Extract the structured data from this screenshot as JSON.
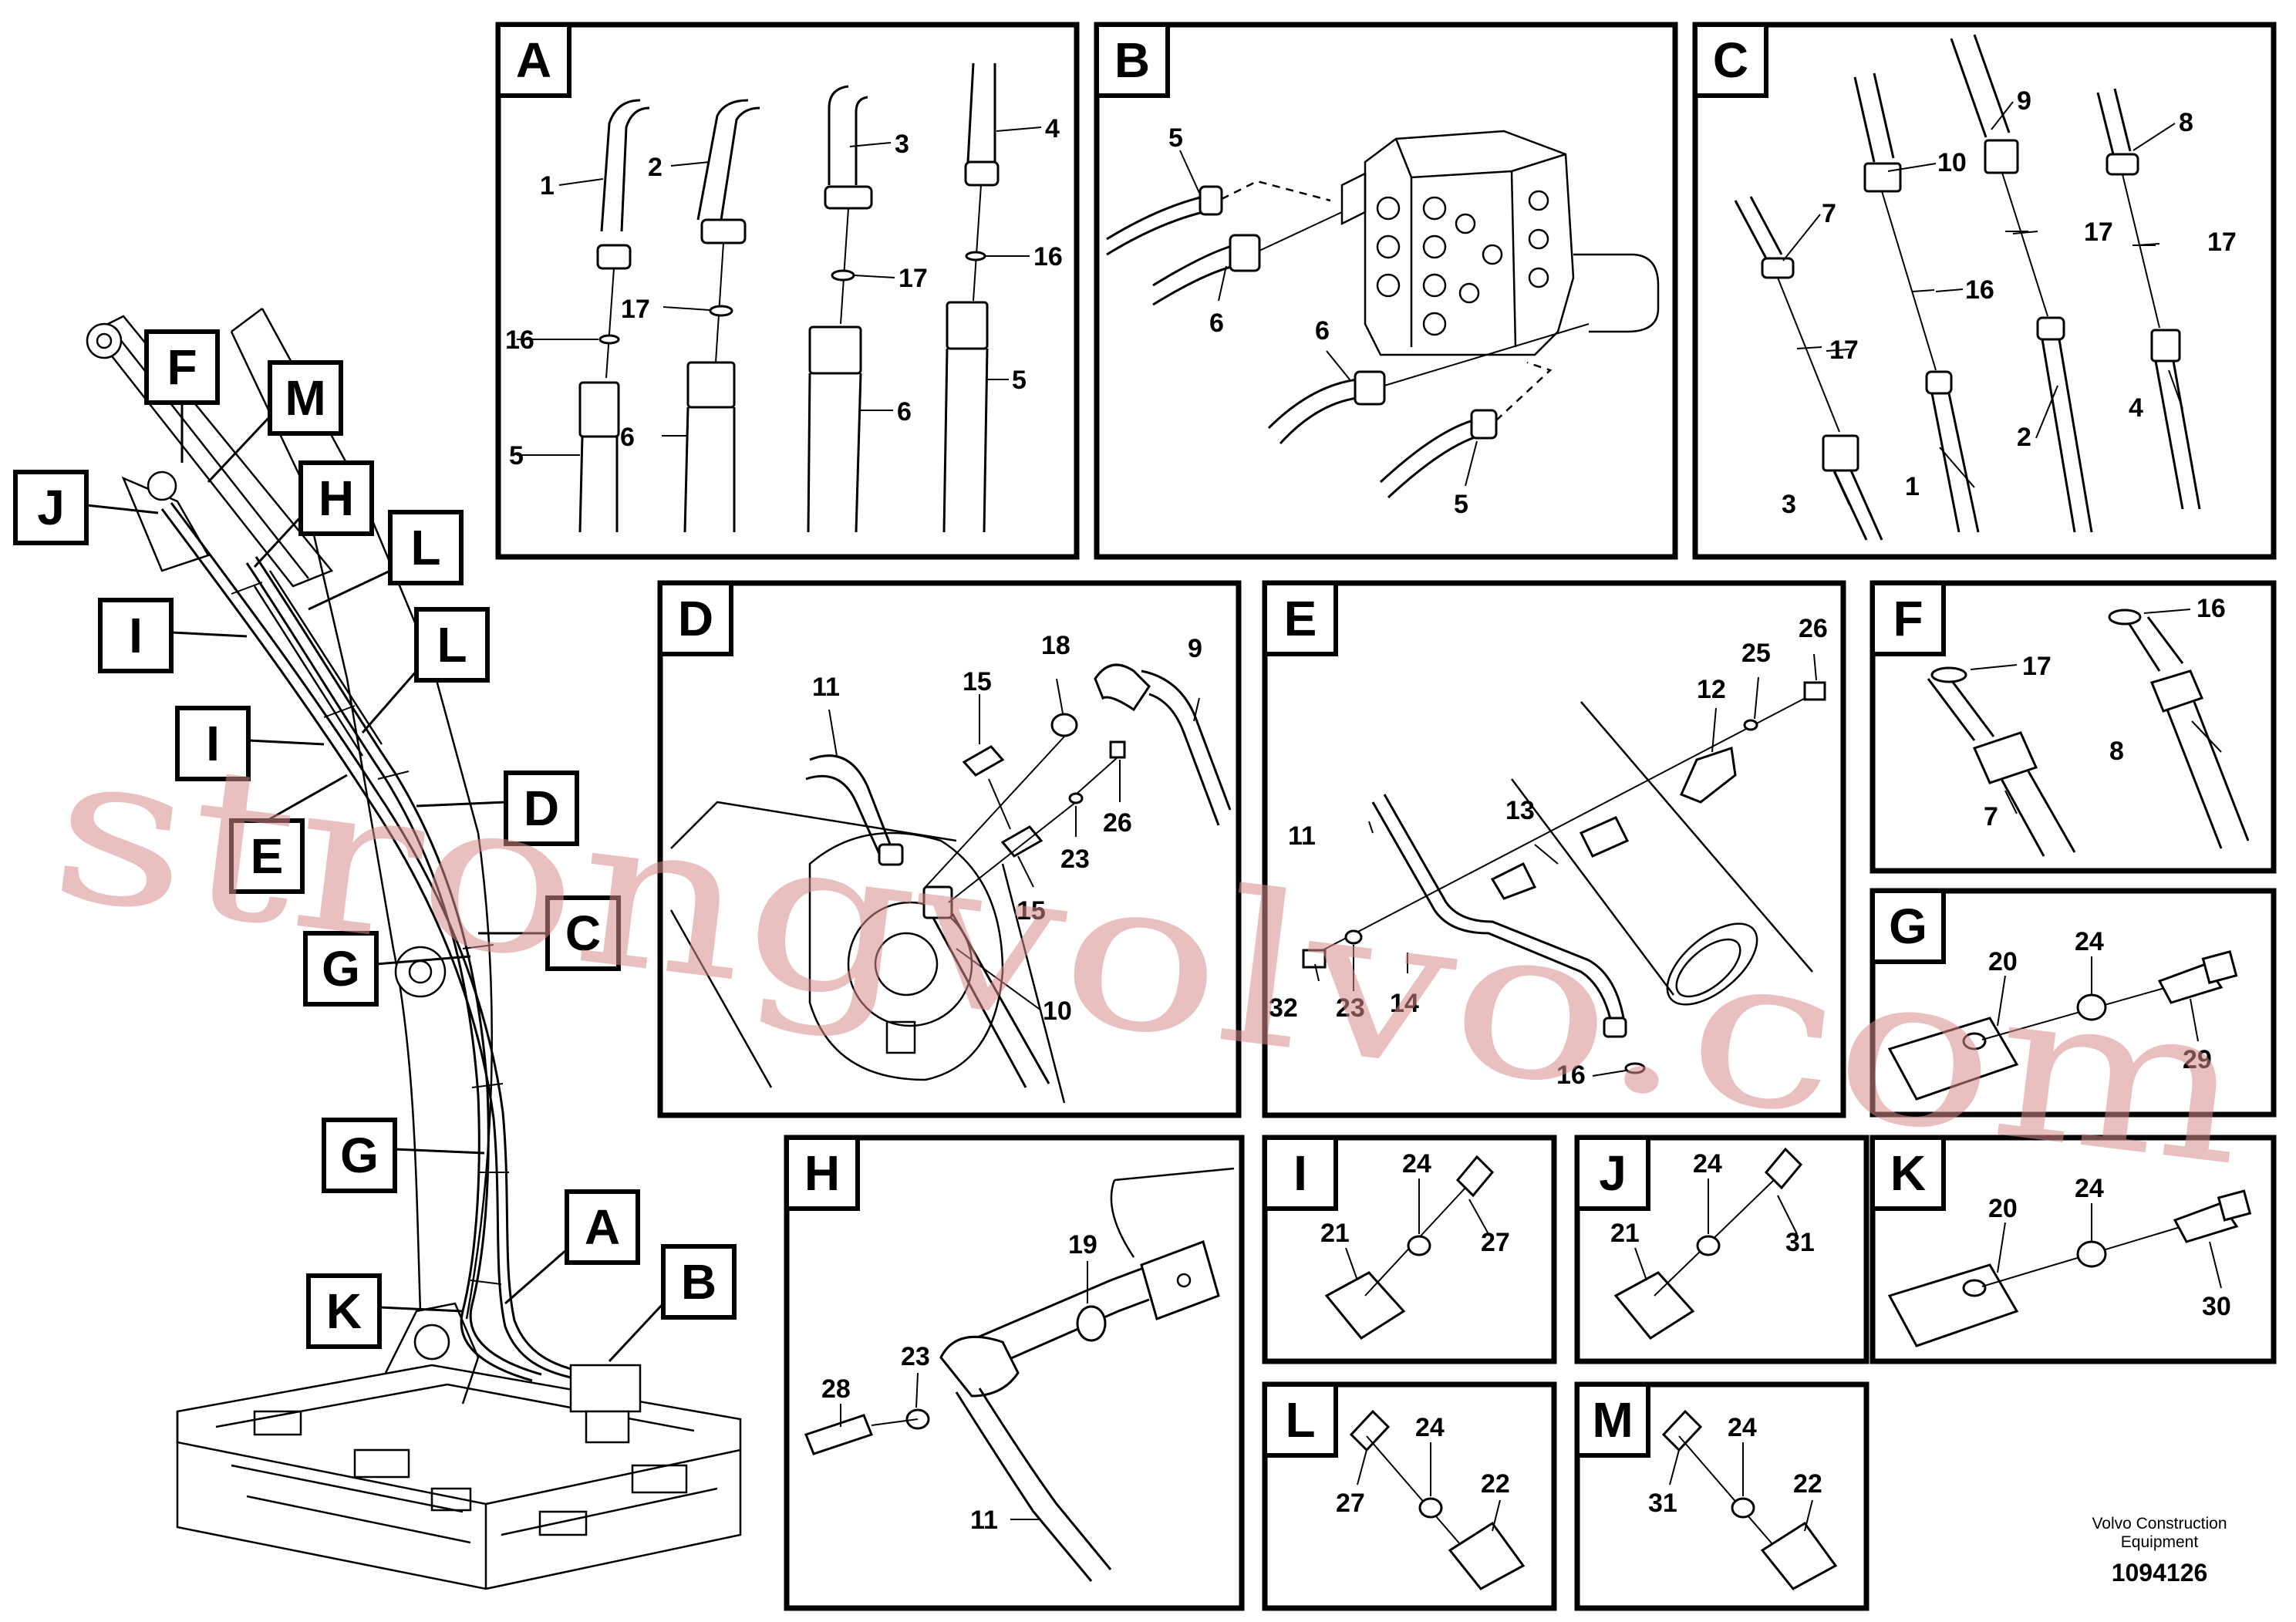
{
  "panels": [
    {
      "id": "A",
      "label": "A",
      "callouts": [
        "1",
        "2",
        "3",
        "4",
        "16",
        "17",
        "17",
        "16",
        "5",
        "6",
        "6",
        "5"
      ]
    },
    {
      "id": "B",
      "label": "B",
      "callouts": [
        "5",
        "6",
        "6",
        "5"
      ]
    },
    {
      "id": "C",
      "label": "C",
      "callouts": [
        "9",
        "8",
        "10",
        "7",
        "17",
        "17",
        "16",
        "17",
        "2",
        "4",
        "1",
        "3"
      ]
    },
    {
      "id": "D",
      "label": "D",
      "callouts": [
        "11",
        "15",
        "18",
        "9",
        "26",
        "23",
        "15",
        "10"
      ]
    },
    {
      "id": "E",
      "label": "E",
      "callouts": [
        "12",
        "25",
        "26",
        "13",
        "11",
        "32",
        "23",
        "14",
        "16"
      ]
    },
    {
      "id": "F",
      "label": "F",
      "callouts": [
        "16",
        "17",
        "8",
        "7"
      ]
    },
    {
      "id": "G",
      "label": "G",
      "callouts": [
        "20",
        "24",
        "29"
      ]
    },
    {
      "id": "H",
      "label": "H",
      "callouts": [
        "19",
        "23",
        "28",
        "11"
      ]
    },
    {
      "id": "I",
      "label": "I",
      "callouts": [
        "24",
        "21",
        "27"
      ]
    },
    {
      "id": "J",
      "label": "J",
      "callouts": [
        "24",
        "21",
        "31"
      ]
    },
    {
      "id": "K",
      "label": "K",
      "callouts": [
        "20",
        "24",
        "30"
      ]
    },
    {
      "id": "L",
      "label": "L",
      "callouts": [
        "24",
        "27",
        "22"
      ]
    },
    {
      "id": "M",
      "label": "M",
      "callouts": [
        "24",
        "31",
        "22"
      ]
    }
  ],
  "overview_labels": [
    "F",
    "M",
    "J",
    "H",
    "L",
    "I",
    "L",
    "I",
    "D",
    "E",
    "C",
    "G",
    "G",
    "A",
    "K",
    "B"
  ],
  "watermark": "strongvolvo.com",
  "footer": {
    "brand_line1": "Volvo Construction",
    "brand_line2": "Equipment",
    "doc_number": "1094126"
  },
  "colors": {
    "line": "#000000",
    "watermark": "#d88a8a",
    "background": "#ffffff"
  }
}
